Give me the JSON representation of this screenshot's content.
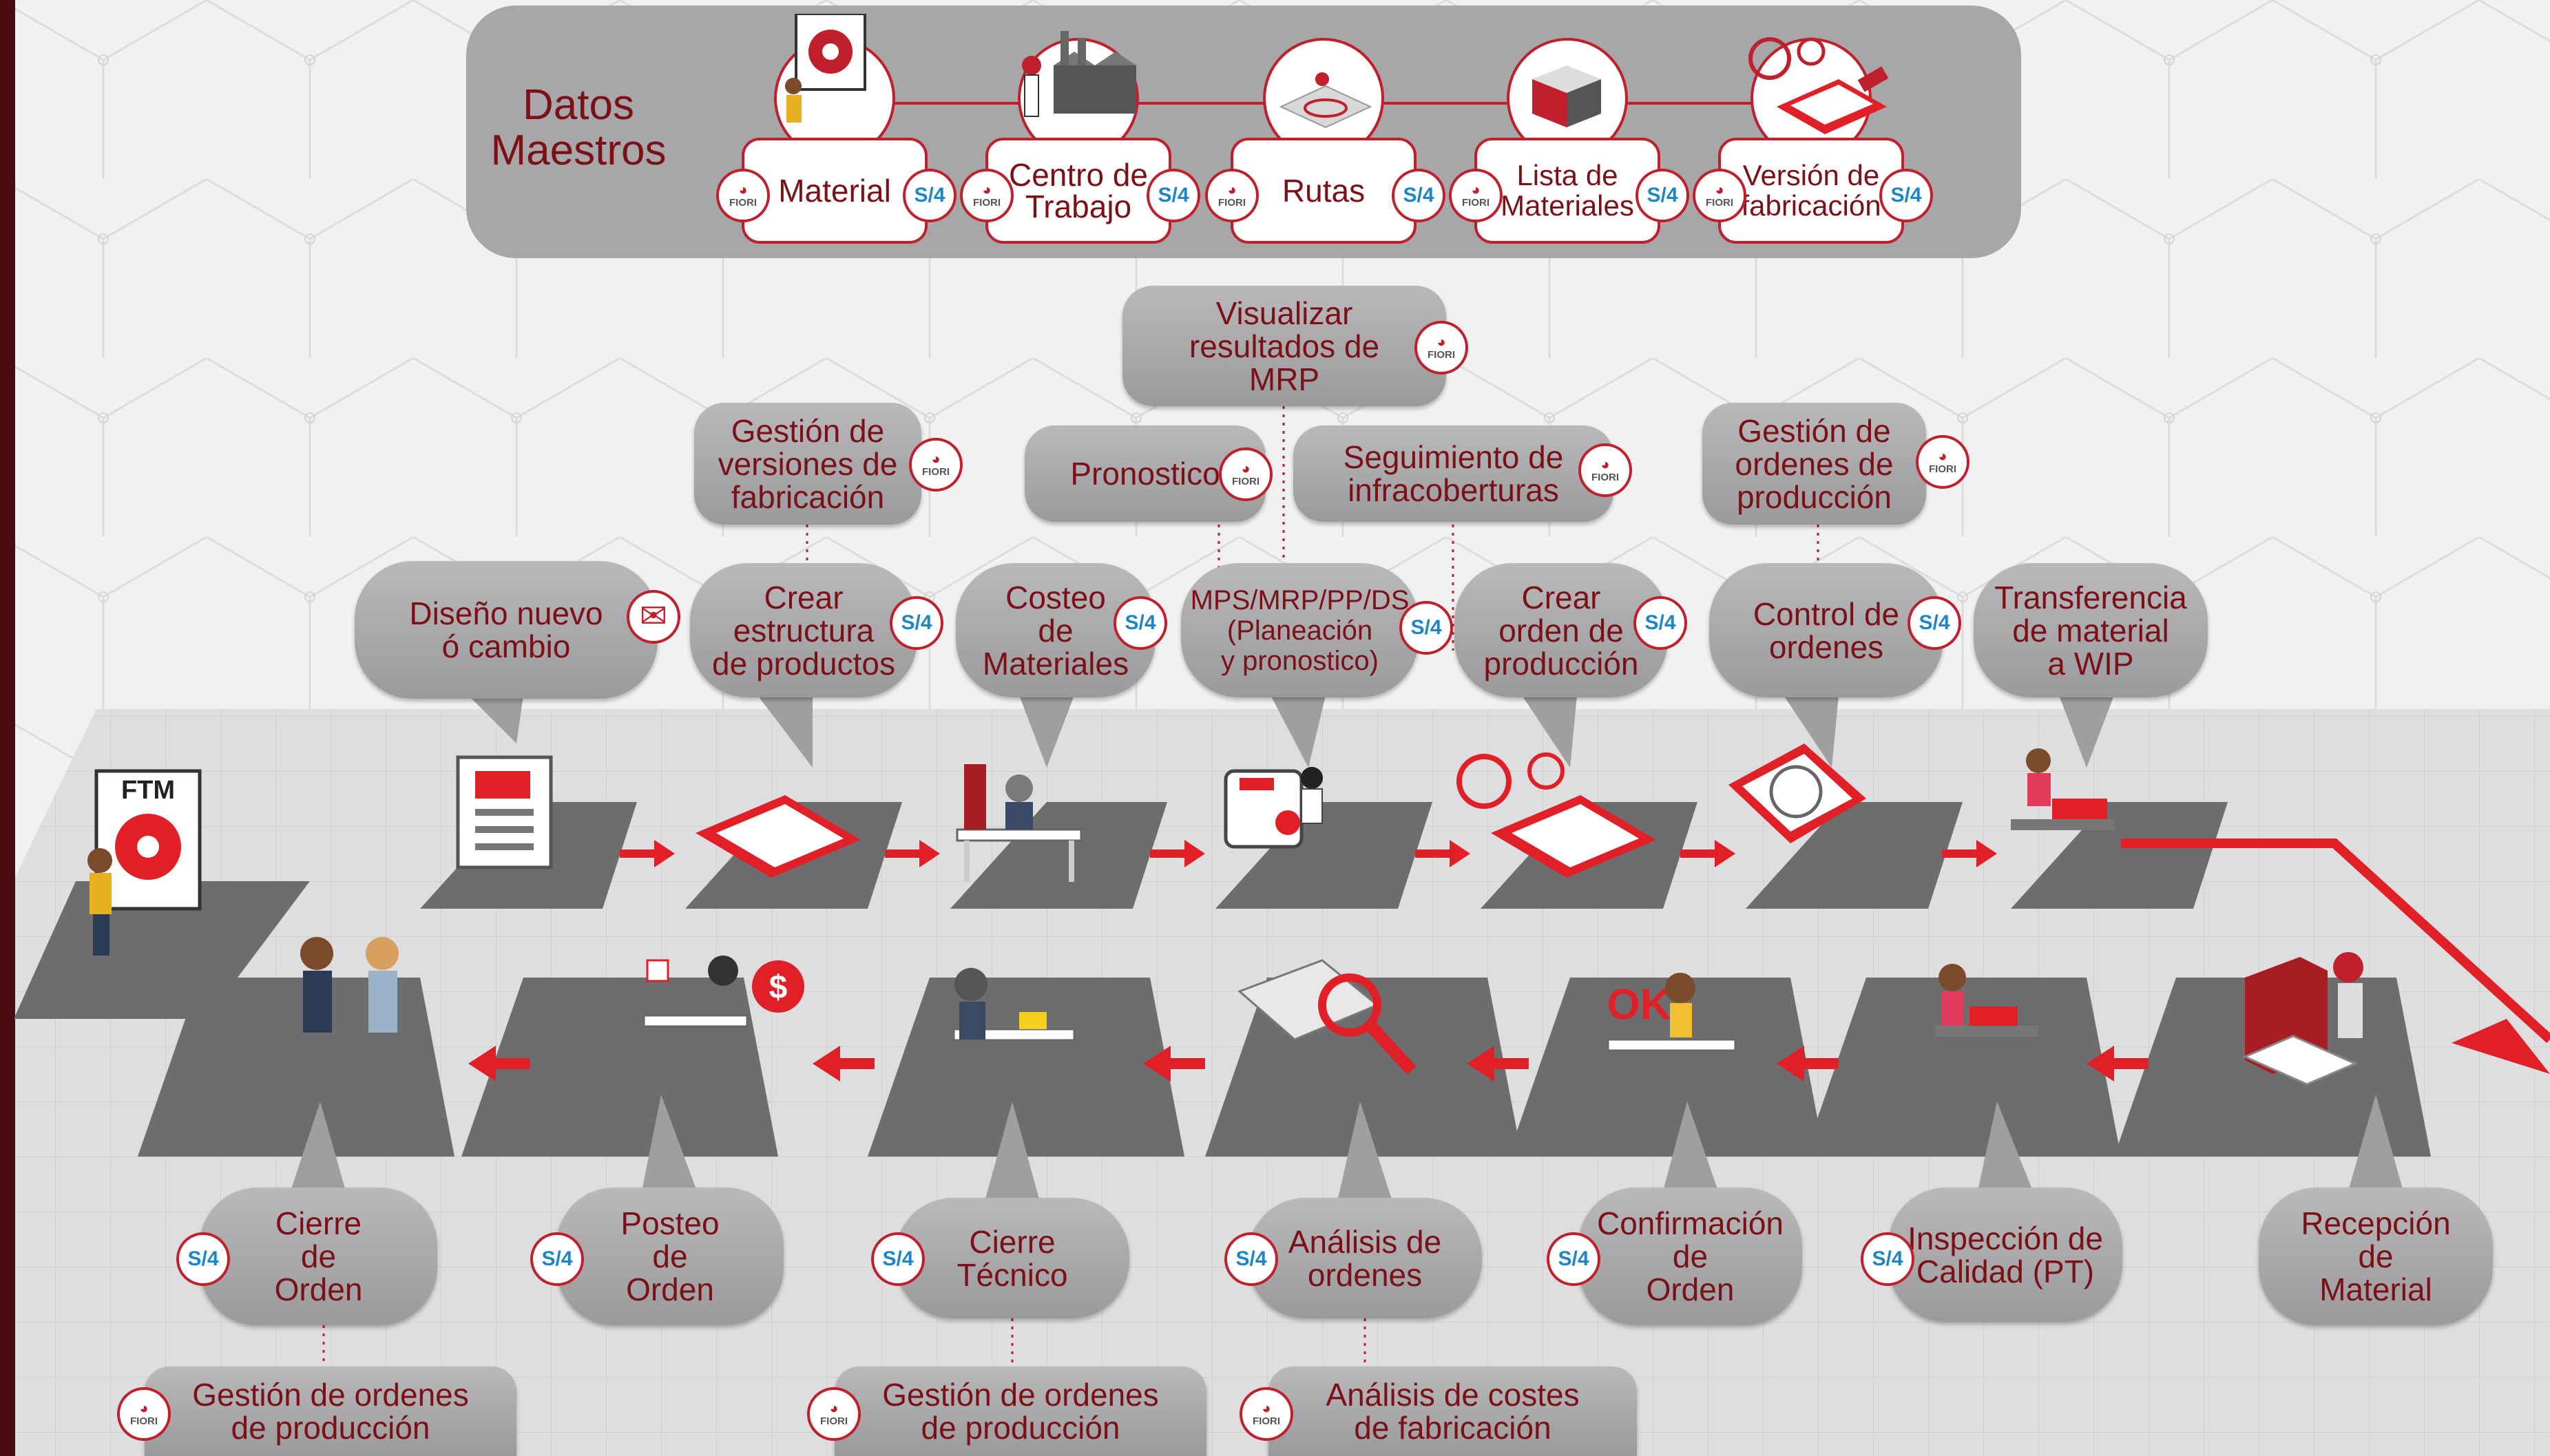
{
  "master_data": {
    "title": "Datos\nMaestros",
    "items": [
      {
        "label": "Material",
        "badge": "S/4",
        "icon": "gear-presentation-icon"
      },
      {
        "label": "Centro de\nTrabajo",
        "badge": "S/4",
        "icon": "factory-icon"
      },
      {
        "label": "Rutas",
        "badge": "S/4",
        "icon": "route-map-icon"
      },
      {
        "label": "Lista de\nMateriales",
        "badge": "S/4",
        "icon": "box-stack-icon"
      },
      {
        "label": "Versión de\nfabricación",
        "badge": "S/4",
        "icon": "gears-clipboard-icon"
      }
    ]
  },
  "badges": {
    "s4": "S/4",
    "fiori": "FIORI"
  },
  "top_fiori_apps": [
    {
      "label": "Visualizar\nresultados de\nMRP"
    },
    {
      "label": "Gestión de\nversiones de\nfabricación"
    },
    {
      "label": "Pronostico"
    },
    {
      "label": "Seguimiento de\ninfracoberturas"
    },
    {
      "label": "Gestión de\nordenes de\nproducción"
    }
  ],
  "top_steps": [
    {
      "label": "Diseño nuevo\nó cambio",
      "badge": "mail"
    },
    {
      "label": "Crear\nestructura\nde productos",
      "badge": "S/4"
    },
    {
      "label": "Costeo\nde\nMateriales",
      "badge": "S/4"
    },
    {
      "label": "MPS/MRP/PP/DS\n(Planeación\ny pronostico)",
      "badge": "S/4"
    },
    {
      "label": "Crear\norden de\nproducción",
      "badge": "S/4"
    },
    {
      "label": "Control de\nordenes",
      "badge": "S/4"
    },
    {
      "label": "Transferencia\nde material\na WIP",
      "badge": ""
    }
  ],
  "ftm_label": "FTM",
  "ok_label": "OK",
  "bottom_steps": [
    {
      "label": "Cierre\nde\nOrden",
      "badge": "S/4"
    },
    {
      "label": "Posteo\nde\nOrden",
      "badge": "S/4"
    },
    {
      "label": "Cierre\nTécnico",
      "badge": "S/4"
    },
    {
      "label": "Análisis de\nordenes",
      "badge": "S/4"
    },
    {
      "label": "Confirmación\nde\nOrden",
      "badge": "S/4"
    },
    {
      "label": "Inspección de\nCalidad (PT)",
      "badge": "S/4"
    },
    {
      "label": "Recepción\nde\nMaterial",
      "badge": ""
    }
  ],
  "bottom_fiori_apps": [
    {
      "label": "Gestión de ordenes\nde producción"
    },
    {
      "label": "Gestión de ordenes\nde producción"
    },
    {
      "label": "Análisis de costes\nde fabricación"
    }
  ],
  "colors": {
    "accent": "#e01f26",
    "dark_red": "#7b1016",
    "bubble_gray": "#a7a7a9",
    "tile": "#6d6d6f",
    "s4_blue": "#1d86c6"
  }
}
